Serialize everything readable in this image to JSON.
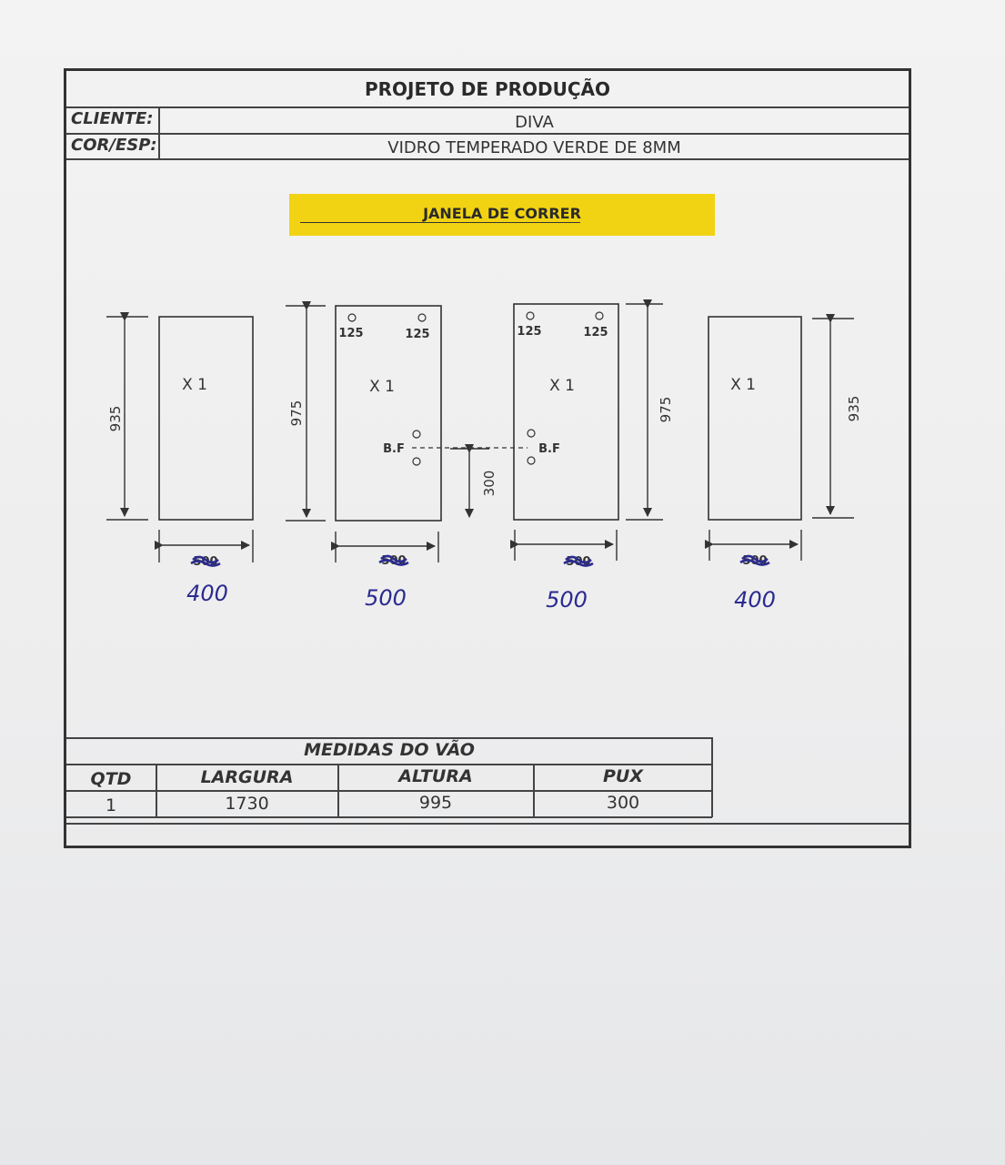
{
  "header": {
    "title": "PROJETO DE PRODUÇÃO",
    "client_label": "CLIENTE:",
    "client_value": "DIVA",
    "material_label": "COR/ESP:",
    "material_value": "VIDRO TEMPERADO VERDE DE 8MM"
  },
  "banner": {
    "label": "JANELA DE CORRER"
  },
  "panels": [
    {
      "height": "935",
      "qty": "X 1",
      "width_struck": "500",
      "width_handwritten": "400"
    },
    {
      "height": "975",
      "qty": "X 1",
      "hole_left": "125",
      "hole_right": "125",
      "bf": "B.F",
      "width_struck": "500",
      "width_handwritten": "500"
    },
    {
      "height": "975",
      "qty": "X 1",
      "hole_left": "125",
      "hole_right": "125",
      "bf": "B.F",
      "width_struck": "500",
      "width_handwritten": "500"
    },
    {
      "height": "935",
      "qty": "X 1",
      "width_struck": "500",
      "width_handwritten": "400"
    }
  ],
  "center_dim": "300",
  "measures": {
    "title": "MEDIDAS DO VÃO",
    "headers": [
      "QTD",
      "LARGURA",
      "ALTURA",
      "PUX"
    ],
    "row": [
      "1",
      "1730",
      "995",
      "300"
    ]
  },
  "colors": {
    "banner": "#f1d313",
    "ink": "#2b2b8f",
    "line": "#333333"
  }
}
